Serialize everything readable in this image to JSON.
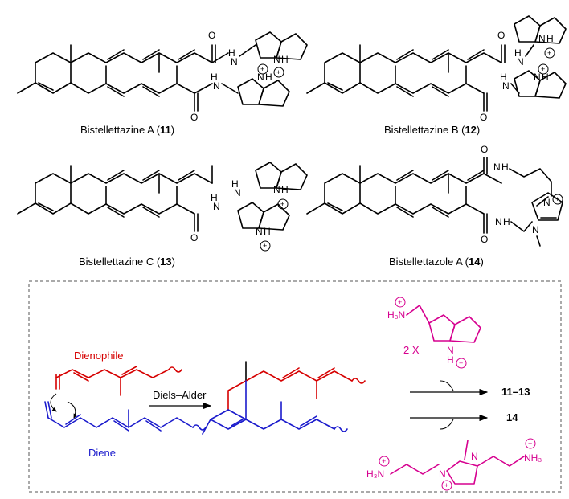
{
  "compounds": [
    {
      "name": "Bistellettazine A",
      "number": "11"
    },
    {
      "name": "Bistellettazine B",
      "number": "12"
    },
    {
      "name": "Bistellettazine C",
      "number": "13"
    },
    {
      "name": "Bistellettazole A",
      "number": "14"
    }
  ],
  "scheme": {
    "dienophile_label": "Dienophile",
    "diene_label": "Diene",
    "reaction_label": "Diels–Alder",
    "multiplier": "2 X",
    "product_a": "11–13",
    "product_b": "14"
  },
  "atoms": {
    "O": "O",
    "H": "H",
    "N": "N",
    "NH": "NH",
    "plus": "+",
    "H3N": "H₃N",
    "NH3": "NH₃"
  },
  "colors": {
    "dienophile": "#d60000",
    "diene": "#1a1acc",
    "reagent": "#d6008f"
  }
}
